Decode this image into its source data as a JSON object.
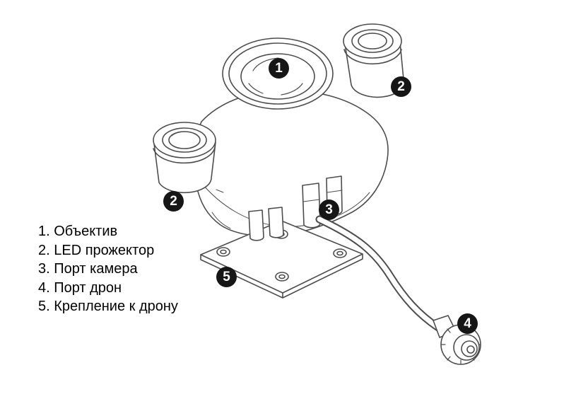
{
  "callouts": [
    {
      "number": "1"
    },
    {
      "number": "2"
    },
    {
      "number": "2"
    },
    {
      "number": "3"
    },
    {
      "number": "5"
    },
    {
      "number": "4"
    }
  ],
  "legend": {
    "items": [
      "1. Объектив",
      "2. LED прожектор",
      "3. Порт камера",
      "4. Порт дрон",
      "5. Крепление к дрону"
    ]
  },
  "colors": {
    "line": "#4d4d4d",
    "badge_bg": "#161616",
    "badge_text": "#ffffff",
    "text": "#000000",
    "background": "#ffffff"
  }
}
